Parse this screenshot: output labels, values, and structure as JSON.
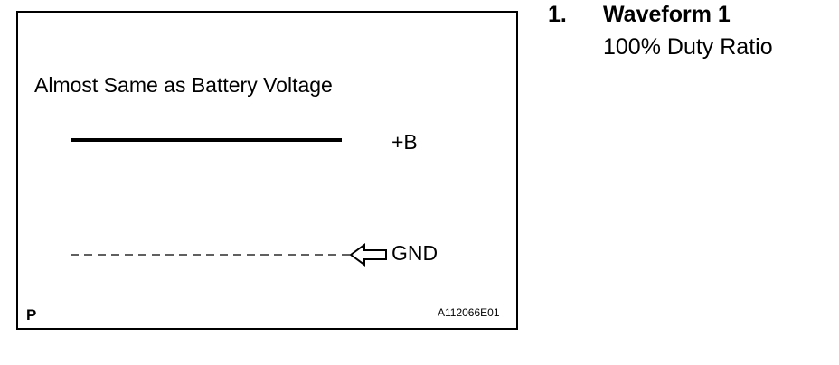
{
  "figure": {
    "caption": "Almost Same as Battery Voltage",
    "label_b": "+B",
    "label_gnd": "GND",
    "corner_mark": "P",
    "figure_id": "A112066E01"
  },
  "heading": {
    "number": "1.",
    "title": "Waveform 1",
    "subtitle": "100% Duty Ratio"
  },
  "chart_data": {
    "type": "line",
    "title": "",
    "series": [
      {
        "level": "+B",
        "style": "solid",
        "duty_ratio_percent": 100
      },
      {
        "level": "GND",
        "style": "dashed",
        "arrow": "left-pointing"
      }
    ]
  }
}
